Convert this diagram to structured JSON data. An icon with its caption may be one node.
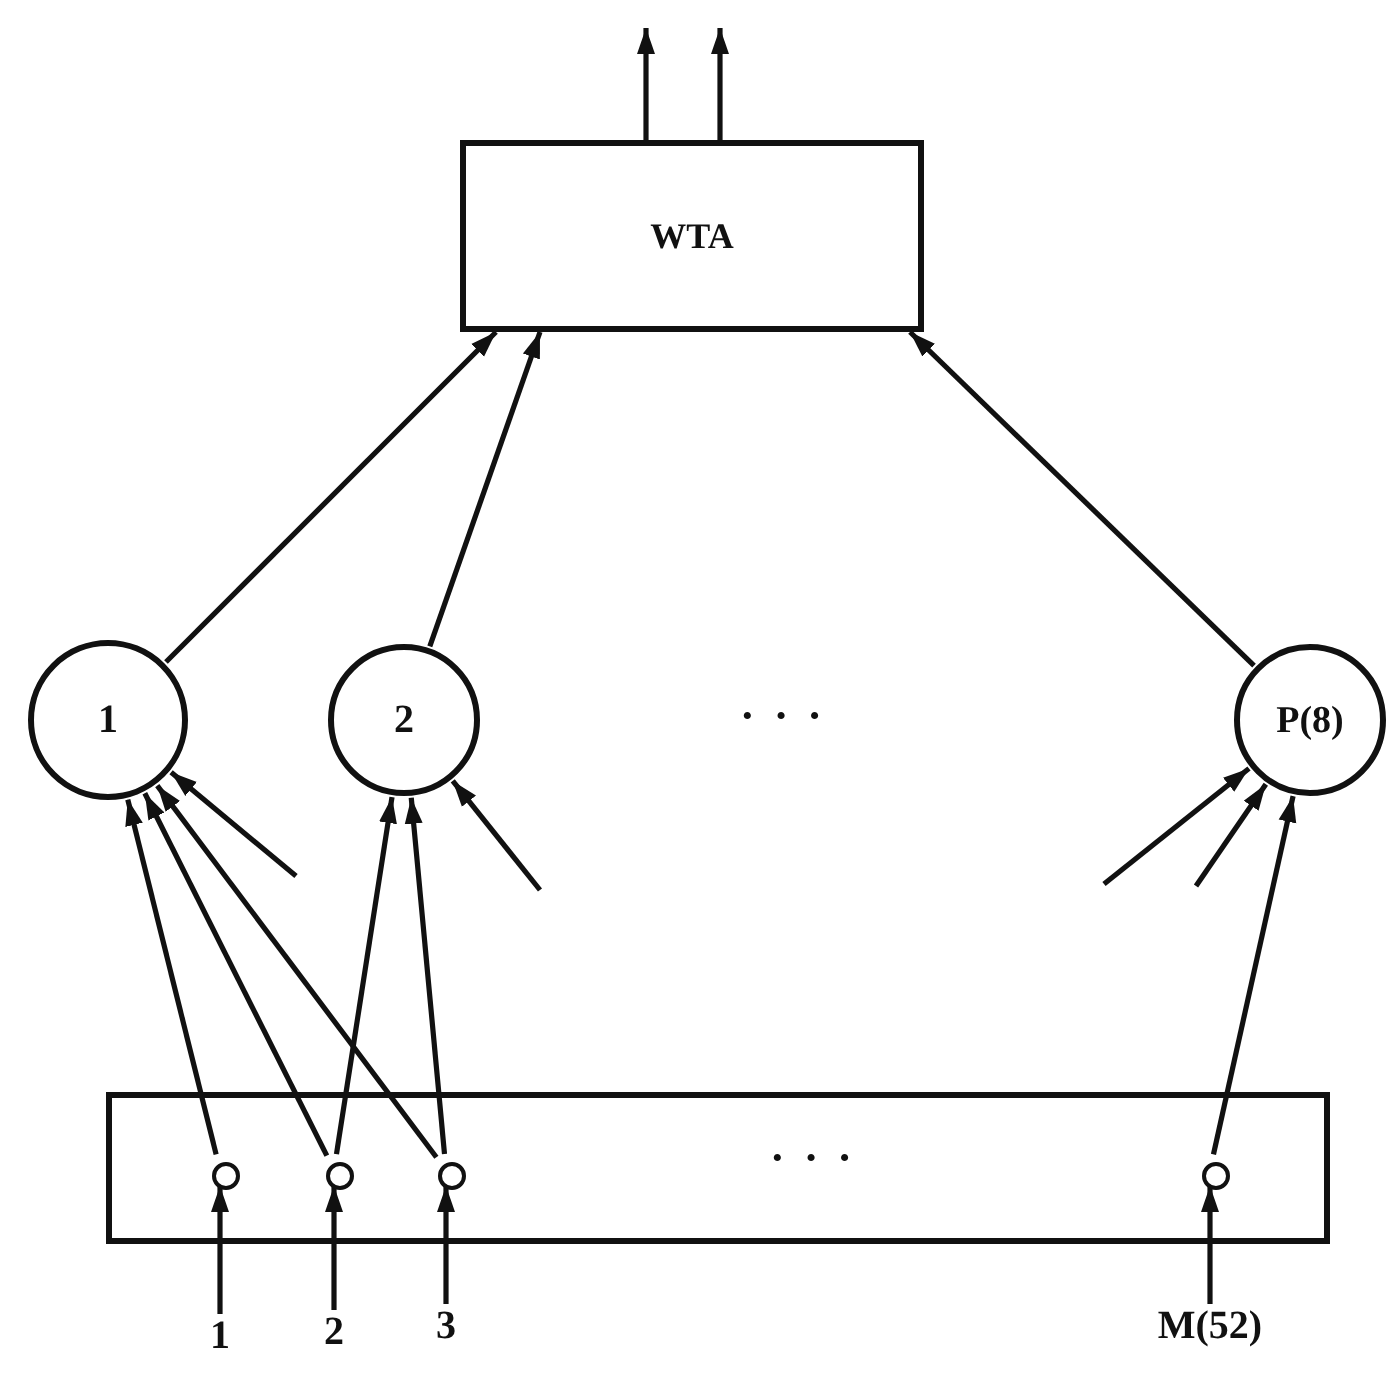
{
  "diagram": {
    "nodes": [
      {
        "text": [
          "WTA"
        ]
      },
      {
        "text": [
          "1"
        ]
      },
      {
        "text": [
          "2"
        ]
      },
      {
        "text": [
          "P(8)"
        ]
      },
      {
        "text": [],
        "shape": "box"
      },
      {
        "text": [],
        "shape": "circle",
        "in": 4
      },
      {
        "text": [],
        "shape": "circle",
        "in": 4
      },
      {
        "text": [],
        "shape": "circle",
        "in": 4
      },
      {
        "text": [],
        "shape": "circle",
        "in": 4
      },
      {
        "text": [
          "1"
        ]
      },
      {
        "text": [
          "2"
        ]
      },
      {
        "text": [
          "3"
        ]
      },
      {
        "text": [
          "M(52)"
        ]
      }
    ],
    "edges": [
      {
        "from": 0,
        "to": null,
        "arrow": "to"
      },
      {
        "from": 0,
        "to": null,
        "arrow": "to"
      },
      {
        "from": 1,
        "to": 0,
        "arrow": "to"
      },
      {
        "from": 2,
        "to": 0,
        "arrow": "to"
      },
      {
        "from": 3,
        "to": 0,
        "arrow": "to"
      },
      {
        "from": 5,
        "to": 1,
        "arrow": "to"
      },
      {
        "from": 6,
        "to": 1,
        "arrow": "to"
      },
      {
        "from": 7,
        "to": 1,
        "arrow": "to"
      },
      {
        "from": 6,
        "to": 2,
        "arrow": "to"
      },
      {
        "from": 7,
        "to": 2,
        "arrow": "to"
      },
      {
        "from": 8,
        "to": 3,
        "arrow": "to"
      },
      {
        "from": null,
        "to": 1,
        "arrow": "to"
      },
      {
        "from": null,
        "to": 2,
        "arrow": "to"
      },
      {
        "from": null,
        "to": 3,
        "arrow": "to"
      },
      {
        "from": null,
        "to": 3,
        "arrow": "to"
      },
      {
        "from": 9,
        "to": 5,
        "arrow": "to"
      },
      {
        "from": 10,
        "to": 6,
        "arrow": "to"
      },
      {
        "from": 11,
        "to": 7,
        "arrow": "to"
      },
      {
        "from": 12,
        "to": 8,
        "arrow": "to"
      }
    ],
    "labels": [
      "· · ·",
      "· · ·"
    ]
  }
}
